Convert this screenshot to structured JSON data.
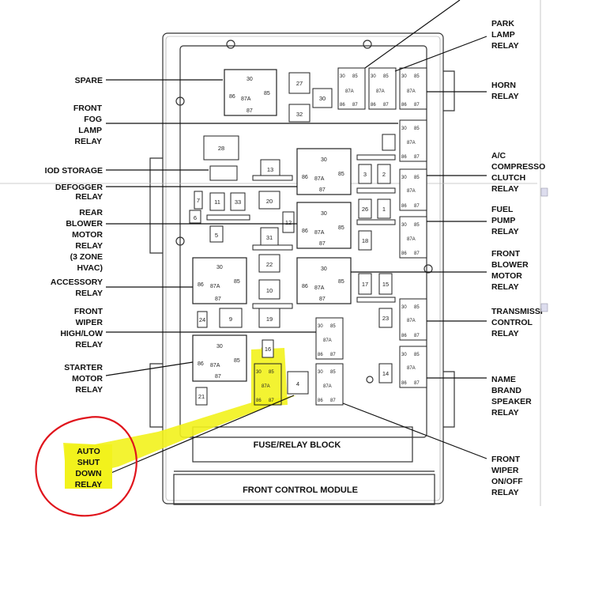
{
  "block_titles": {
    "fuse_relay_block": "FUSE/RELAY BLOCK",
    "front_control_module": "FRONT CONTROL MODULE"
  },
  "callouts_left": {
    "spare": "SPARE",
    "front_fog_lamp_relay": [
      "FRONT",
      "FOG",
      "LAMP",
      "RELAY"
    ],
    "iod_storage": "IOD STORAGE",
    "defogger_relay": [
      "DEFOGGER",
      "RELAY"
    ],
    "rear_blower_motor_relay": [
      "REAR",
      "BLOWER",
      "MOTOR",
      "RELAY",
      "(3 ZONE",
      "HVAC)"
    ],
    "accessory_relay": [
      "ACCESSORY",
      "RELAY"
    ],
    "front_wiper_high_low_relay": [
      "FRONT",
      "WIPER",
      "HIGH/LOW",
      "RELAY"
    ],
    "starter_motor_relay": [
      "STARTER",
      "MOTOR",
      "RELAY"
    ]
  },
  "callouts_right": {
    "park_lamp_relay": [
      "PARK",
      "LAMP",
      "RELAY"
    ],
    "horn_relay": [
      "HORN",
      "RELAY"
    ],
    "ac_compressor_clutch_relay": [
      "A/C",
      "COMPRESSO",
      "CLUTCH",
      "RELAY"
    ],
    "fuel_pump_relay": [
      "FUEL",
      "PUMP",
      "RELAY"
    ],
    "front_blower_motor_relay": [
      "FRONT",
      "BLOWER",
      "MOTOR",
      "RELAY"
    ],
    "transmission_control_relay": [
      "TRANSMISSI",
      "CONTROL",
      "RELAY"
    ],
    "name_brand_speaker_relay": [
      "NAME",
      "BRAND",
      "SPEAKER",
      "RELAY"
    ],
    "front_wiper_on_off_relay": [
      "FRONT",
      "WIPER",
      "ON/OFF",
      "RELAY"
    ]
  },
  "annotation": {
    "auto_shut_down_relay": [
      "AUTO",
      "SHUT",
      "DOWN",
      "RELAY"
    ],
    "highlight_color": "#f2f21c",
    "circle_color": "#e0141c"
  },
  "relay_pins": {
    "p30": "30",
    "p85": "85",
    "p86": "86",
    "p87": "87",
    "p87a": "87A"
  },
  "fuse_numbers": {
    "f27": "27",
    "f30": "30",
    "f32": "32",
    "f28": "28",
    "f13": "13",
    "f11": "11",
    "f33": "33",
    "f20": "20",
    "f7": "7",
    "f6": "6",
    "f12": "12",
    "f31": "31",
    "f5": "5",
    "f22": "22",
    "f10": "10",
    "f9": "9",
    "f19": "19",
    "f24": "24",
    "f16": "16",
    "f4": "4",
    "f21": "21",
    "f3": "3",
    "f2": "2",
    "f26": "26",
    "f1": "1",
    "f18": "18",
    "f17": "17",
    "f15": "15",
    "f23": "23",
    "f14": "14"
  }
}
